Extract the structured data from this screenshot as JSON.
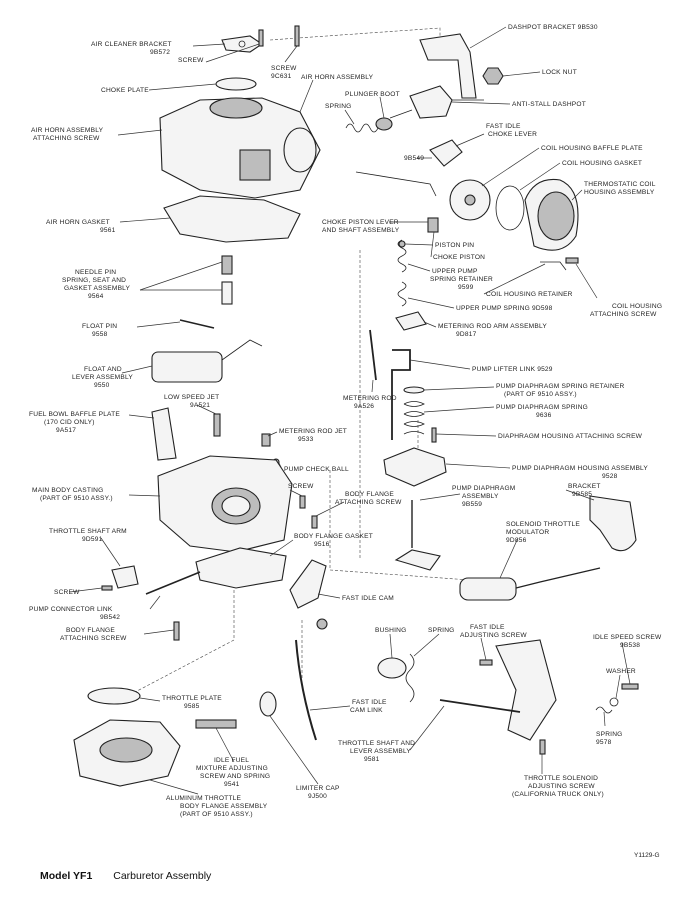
{
  "caption": {
    "model": "Model YF1",
    "title": "Carburetor Assembly"
  },
  "figure_code": "Y1129-G",
  "labels": [
    {
      "id": "air-cleaner-bracket",
      "lines": [
        "AIR CLEANER BRACKET",
        "9B572"
      ]
    },
    {
      "id": "screw-top",
      "lines": [
        "SCREW"
      ]
    },
    {
      "id": "screw-9c631",
      "lines": [
        "SCREW",
        "9C631"
      ]
    },
    {
      "id": "choke-plate",
      "lines": [
        "CHOKE PLATE"
      ]
    },
    {
      "id": "air-horn-assembly",
      "lines": [
        "AIR HORN ASSEMBLY"
      ]
    },
    {
      "id": "plunger-boot",
      "lines": [
        "PLUNGER BOOT"
      ]
    },
    {
      "id": "spring-top",
      "lines": [
        "SPRING"
      ]
    },
    {
      "id": "air-horn-screw",
      "lines": [
        "AIR HORN ASSEMBLY",
        "ATTACHING SCREW"
      ]
    },
    {
      "id": "dashpot-bracket",
      "lines": [
        "DASHPOT BRACKET 9B530"
      ]
    },
    {
      "id": "lock-nut",
      "lines": [
        "LOCK NUT"
      ]
    },
    {
      "id": "anti-stall-dashpot",
      "lines": [
        "ANTI-STALL DASHPOT"
      ]
    },
    {
      "id": "fast-idle-choke-lever",
      "lines": [
        "FAST IDLE",
        "CHOKE LEVER"
      ]
    },
    {
      "id": "part-9b549",
      "lines": [
        "9B549"
      ]
    },
    {
      "id": "coil-housing-baffle",
      "lines": [
        "COIL HOUSING BAFFLE PLATE"
      ]
    },
    {
      "id": "coil-housing-gasket",
      "lines": [
        "COIL HOUSING GASKET"
      ]
    },
    {
      "id": "thermostatic-coil",
      "lines": [
        "THERMOSTATIC COIL",
        "HOUSING ASSEMBLY"
      ]
    },
    {
      "id": "air-horn-gasket",
      "lines": [
        "AIR HORN GASKET",
        "9561"
      ]
    },
    {
      "id": "choke-piston-lever",
      "lines": [
        "CHOKE PISTON LEVER",
        "AND SHAFT ASSEMBLY"
      ]
    },
    {
      "id": "piston-pin",
      "lines": [
        "PISTON PIN"
      ]
    },
    {
      "id": "choke-piston",
      "lines": [
        "CHOKE PISTON"
      ]
    },
    {
      "id": "upper-pump-retainer",
      "lines": [
        "UPPER PUMP",
        "SPRING RETAINER",
        "9599"
      ]
    },
    {
      "id": "coil-housing-retainer",
      "lines": [
        "COIL HOUSING RETAINER"
      ]
    },
    {
      "id": "coil-housing-screw",
      "lines": [
        "COIL HOUSING",
        "ATTACHING SCREW"
      ]
    },
    {
      "id": "needle-pin",
      "lines": [
        "NEEDLE PIN",
        "SPRING, SEAT AND",
        "GASKET ASSEMBLY",
        "9564"
      ]
    },
    {
      "id": "upper-pump-spring",
      "lines": [
        "UPPER PUMP SPRING 9D598"
      ]
    },
    {
      "id": "float-pin",
      "lines": [
        "FLOAT PIN",
        "9558"
      ]
    },
    {
      "id": "metering-rod-arm",
      "lines": [
        "METERING ROD ARM ASSEMBLY",
        "9D817"
      ]
    },
    {
      "id": "float-lever",
      "lines": [
        "FLOAT AND",
        "LEVER ASSEMBLY",
        "9550"
      ]
    },
    {
      "id": "pump-lifter-link",
      "lines": [
        "PUMP LIFTER LINK 9529"
      ]
    },
    {
      "id": "metering-rod",
      "lines": [
        "METERING ROD",
        "9A526"
      ]
    },
    {
      "id": "pump-diaphragm-retainer",
      "lines": [
        "PUMP DIAPHRAGM SPRING RETAINER",
        "(PART OF 9510 ASSY.)"
      ]
    },
    {
      "id": "pump-diaphragm-spring",
      "lines": [
        "PUMP DIAPHRAGM SPRING",
        "9636"
      ]
    },
    {
      "id": "low-speed-jet",
      "lines": [
        "LOW SPEED JET",
        "9A521"
      ]
    },
    {
      "id": "fuel-bowl-baffle",
      "lines": [
        "FUEL BOWL BAFFLE PLATE",
        "(170 CID ONLY)",
        "9A517"
      ]
    },
    {
      "id": "metering-rod-jet",
      "lines": [
        "METERING ROD JET",
        "9533"
      ]
    },
    {
      "id": "diaphragm-housing-screw",
      "lines": [
        "DIAPHRAGM HOUSING ATTACHING SCREW"
      ]
    },
    {
      "id": "pump-check-ball",
      "lines": [
        "PUMP CHECK BALL"
      ]
    },
    {
      "id": "pump-diaphragm-housing",
      "lines": [
        "PUMP DIAPHRAGM HOUSING ASSEMBLY",
        "9528"
      ]
    },
    {
      "id": "main-body-casting",
      "lines": [
        "MAIN BODY CASTING",
        "(PART OF 9510 ASSY.)"
      ]
    },
    {
      "id": "screw-mid",
      "lines": [
        "SCREW"
      ]
    },
    {
      "id": "body-flange-screw-mid",
      "lines": [
        "BODY FLANGE",
        "ATTACHING SCREW"
      ]
    },
    {
      "id": "pump-diaphragm-assembly",
      "lines": [
        "PUMP DIAPHRAGM",
        "ASSEMBLY",
        "9B559"
      ]
    },
    {
      "id": "bracket",
      "lines": [
        "BRACKET",
        "9B585"
      ]
    },
    {
      "id": "throttle-shaft-arm",
      "lines": [
        "THROTTLE SHAFT ARM",
        "9D591"
      ]
    },
    {
      "id": "body-flange-gasket",
      "lines": [
        "BODY FLANGE GASKET",
        "9516"
      ]
    },
    {
      "id": "solenoid-modulator",
      "lines": [
        "SOLENOID THROTTLE",
        "MODULATOR",
        "9D856"
      ]
    },
    {
      "id": "screw-left",
      "lines": [
        "SCREW"
      ]
    },
    {
      "id": "fast-idle-cam",
      "lines": [
        "FAST IDLE CAM"
      ]
    },
    {
      "id": "pump-connector-link",
      "lines": [
        "PUMP CONNECTOR LINK",
        "9B542"
      ]
    },
    {
      "id": "body-flange-screw-left",
      "lines": [
        "BODY FLANGE",
        "ATTACHING SCREW"
      ]
    },
    {
      "id": "bushing",
      "lines": [
        "BUSHING"
      ]
    },
    {
      "id": "spring-bottom",
      "lines": [
        "SPRING"
      ]
    },
    {
      "id": "fast-idle-adjusting-screw",
      "lines": [
        "FAST IDLE",
        "ADJUSTING SCREW"
      ]
    },
    {
      "id": "idle-speed-screw",
      "lines": [
        "IDLE SPEED SCREW",
        "9B538"
      ]
    },
    {
      "id": "throttle-plate",
      "lines": [
        "THROTTLE PLATE",
        "9585"
      ]
    },
    {
      "id": "fast-idle-cam-link",
      "lines": [
        "FAST IDLE",
        "CAM LINK"
      ]
    },
    {
      "id": "washer",
      "lines": [
        "WASHER"
      ]
    },
    {
      "id": "spring-9578",
      "lines": [
        "SPRING",
        "9578"
      ]
    },
    {
      "id": "throttle-shaft-lever",
      "lines": [
        "THROTTLE SHAFT AND",
        "LEVER ASSEMBLY",
        "9581"
      ]
    },
    {
      "id": "idle-fuel-mixture",
      "lines": [
        "IDLE FUEL",
        "MIXTURE ADJUSTING",
        "SCREW AND SPRING",
        "9541"
      ]
    },
    {
      "id": "limiter-cap",
      "lines": [
        "LIMITER CAP",
        "9J500"
      ]
    },
    {
      "id": "throttle-solenoid-screw",
      "lines": [
        "THROTTLE SOLENOID",
        "ADJUSTING SCREW",
        "(CALIFORNIA TRUCK ONLY)"
      ]
    },
    {
      "id": "aluminum-throttle-body",
      "lines": [
        "ALUMINUM THROTTLE",
        "BODY FLANGE ASSEMBLY",
        "(PART OF 9510 ASSY.)"
      ]
    }
  ]
}
